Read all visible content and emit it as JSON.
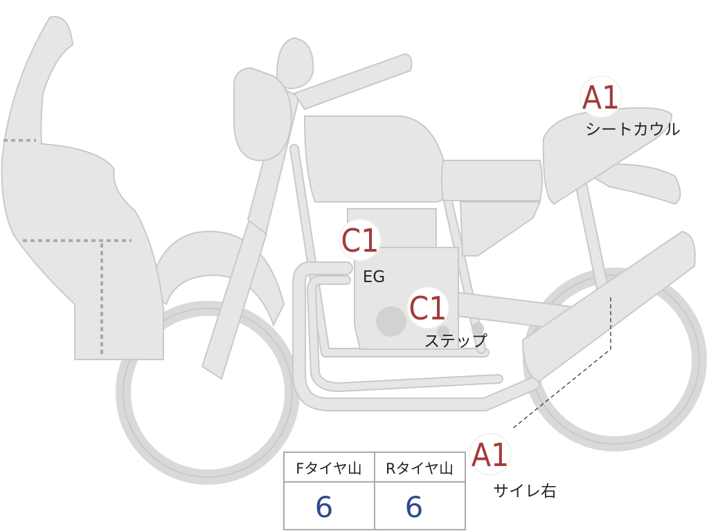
{
  "colors": {
    "body_fill": "#e6e6e4",
    "body_stroke": "#c9c9c7",
    "badge_text": "#a33a3a",
    "value_text": "#2c4a8c",
    "dark_part": "#d2d2d0"
  },
  "callouts": [
    {
      "code": "A1",
      "label": "シートカウル"
    },
    {
      "code": "C1",
      "label": "EG"
    },
    {
      "code": "C1",
      "label": "ステップ"
    },
    {
      "code": "A1",
      "label": "サイレ右"
    }
  ],
  "tire_table": {
    "headers": [
      "Fタイヤ山",
      "Rタイヤ山"
    ],
    "values": [
      "6",
      "6"
    ]
  }
}
